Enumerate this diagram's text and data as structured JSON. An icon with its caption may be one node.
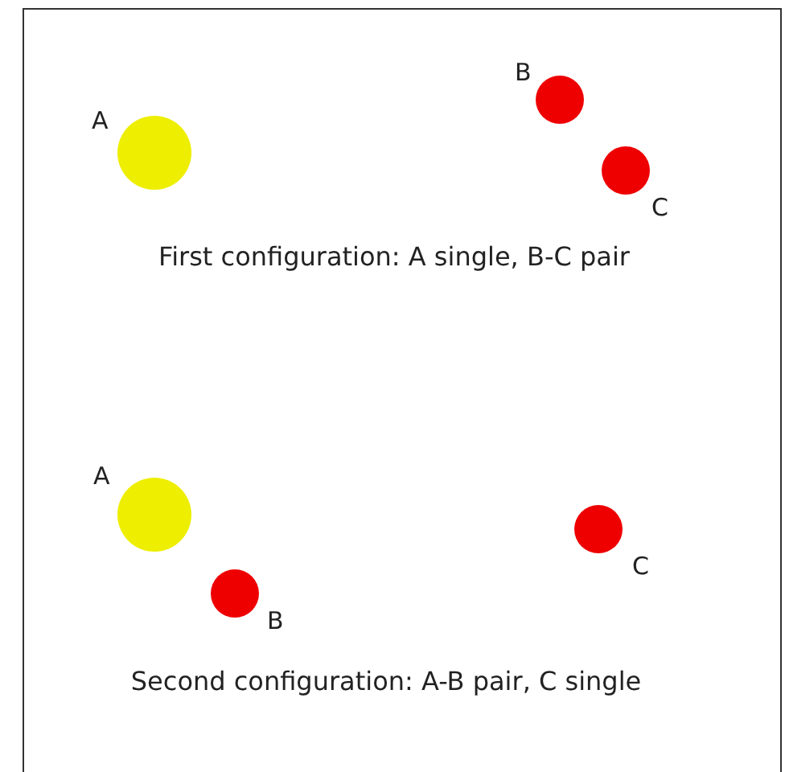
{
  "diagram": {
    "nodes": [
      {
        "text": [],
        "shape": "circle",
        "beside": [
          "A"
        ]
      },
      {
        "text": [],
        "shape": "circle",
        "beside": [
          "B"
        ]
      },
      {
        "text": [],
        "shape": "circle",
        "beside": [
          "C"
        ]
      },
      {
        "text": [],
        "shape": "circle",
        "beside": [
          "A"
        ]
      },
      {
        "text": [],
        "shape": "circle",
        "beside": [
          "B"
        ]
      },
      {
        "text": [],
        "shape": "circle",
        "beside": [
          "C"
        ]
      }
    ],
    "edges": [],
    "labels": [
      "First configuration: A single, B-C pair",
      "Second configuration: A-B pair, C single"
    ]
  }
}
